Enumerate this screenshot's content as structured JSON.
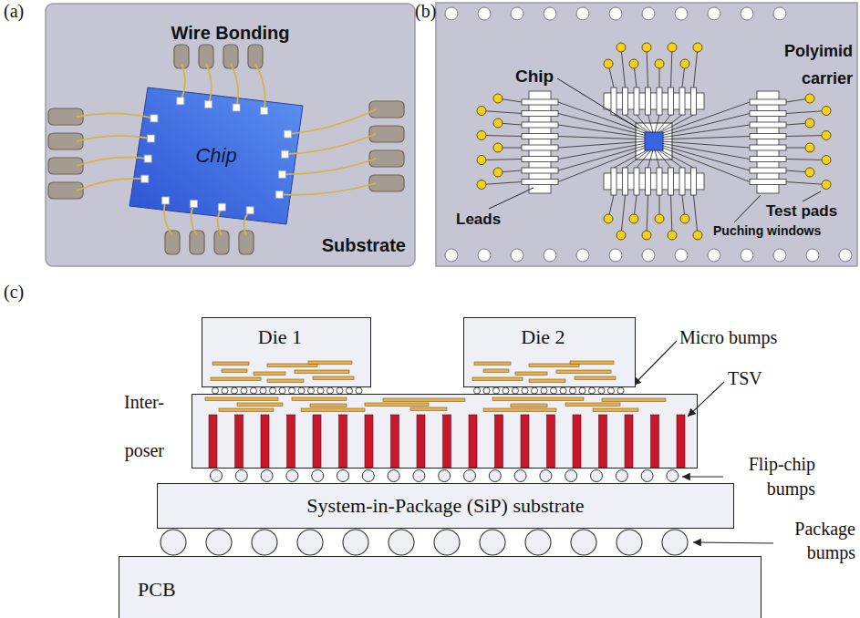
{
  "diagram": {
    "nodes": [
      {
        "text": [
          "Wire Bonding",
          "Substrate"
        ]
      },
      {
        "text": [
          "Chip"
        ],
        "in": 0
      },
      {
        "text": [
          "Polyimid carrier"
        ]
      },
      {
        "text": [
          "Die 1"
        ]
      },
      {
        "text": [
          "Die 2"
        ]
      },
      {
        "text": [
          "Inter- poser"
        ]
      },
      {
        "text": [
          "System-in-Package (SiP) substrate"
        ]
      },
      {
        "text": [
          "PCB"
        ]
      }
    ],
    "labels": [
      "(a)",
      "(b)",
      "Chip",
      "Leads",
      "Test pads",
      "Puching windows",
      "(c)",
      "Micro bumps",
      "TSV",
      "Flip-chip bumps",
      "Package bumps"
    ]
  }
}
